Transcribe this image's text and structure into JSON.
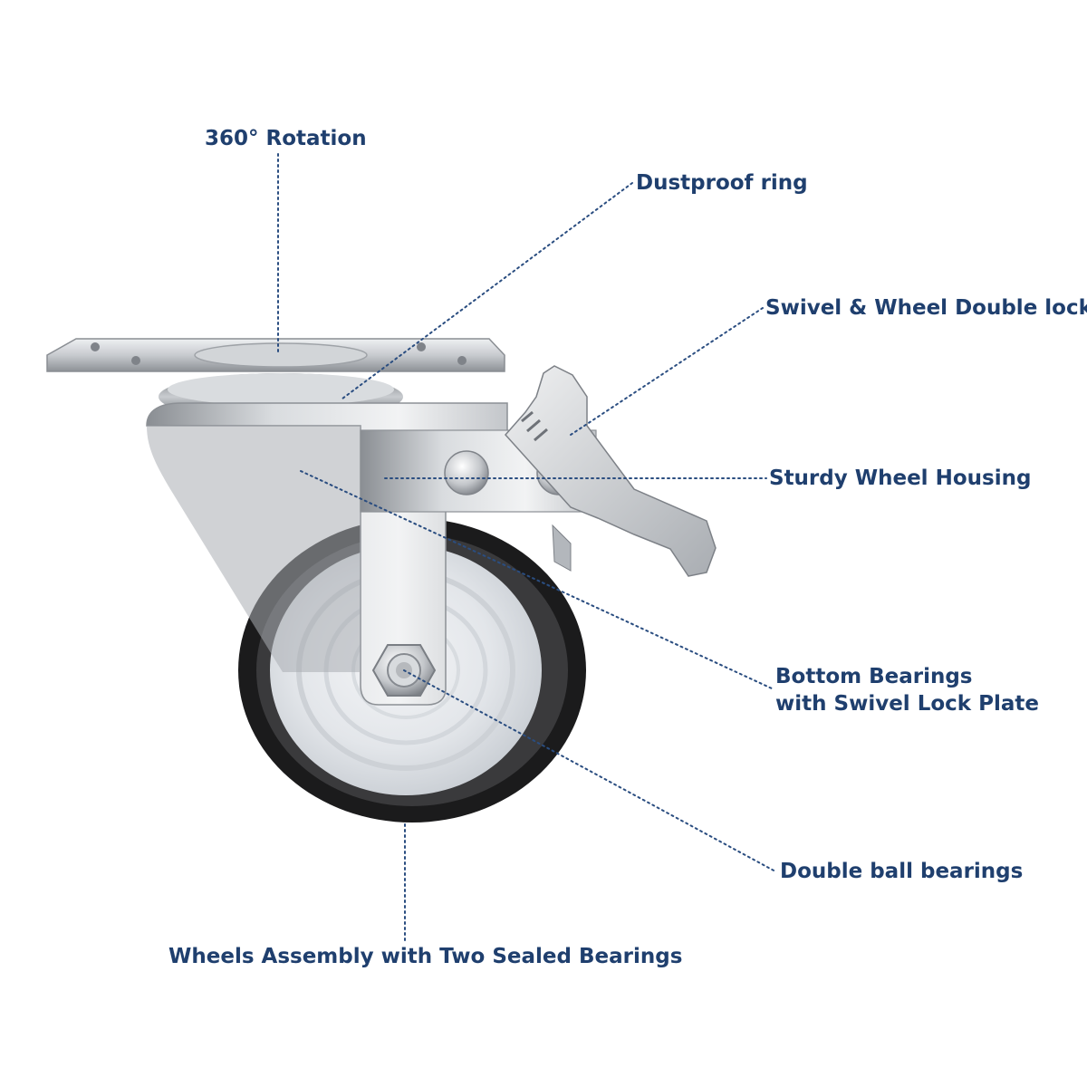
{
  "callouts": {
    "rotation": "360° Rotation",
    "dustproof": "Dustproof ring",
    "double_lock": "Swivel & Wheel Double lock",
    "housing": "Sturdy Wheel Housing",
    "bottom_bearings_line1": "Bottom Bearings",
    "bottom_bearings_line2": "with Swivel Lock Plate",
    "ball_bearings": "Double ball bearings",
    "wheels_assembly": "Wheels Assembly with Two Sealed Bearings"
  },
  "colors": {
    "label_text": "#1f3f6e",
    "leader_line": "#2a4d80",
    "metal_light": "#e6e8ea",
    "metal_mid": "#b9bcc0",
    "metal_dark": "#7e8288",
    "tire": "#1a1a1a",
    "hub": "#e9ebee"
  },
  "icons": {
    "product": "swivel-caster-wheel-with-brake"
  }
}
